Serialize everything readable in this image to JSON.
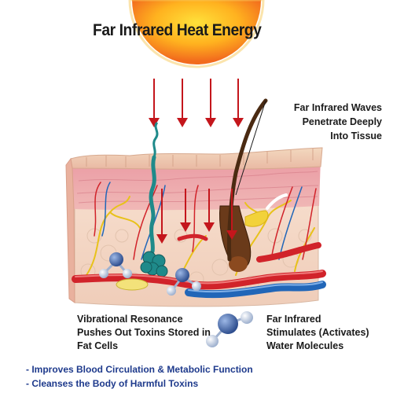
{
  "title": "Far Infrared Heat Energy",
  "annotations": {
    "waves": [
      "Far Infrared Waves",
      "Penetrate Deeply",
      "Into Tissue"
    ],
    "vibration": [
      "Vibrational Resonance",
      "Pushes Out Toxins Stored in",
      "Fat Cells"
    ],
    "stimulation": [
      "Far Infrared",
      "Stimulates (Activates)",
      "Water Molecules"
    ]
  },
  "benefits": [
    "- Improves Blood Circulation & Metabolic Function",
    "- Cleanses the Body of Harmful Toxins"
  ],
  "colors": {
    "sun_core": "#ffd21a",
    "sun_edge": "#f26b1d",
    "arrow": "#c4161c",
    "skin_top": "#f1d2b7",
    "dermis": "#e7a0a8",
    "fat": "#f7dfcf",
    "artery": "#d1232a",
    "vein": "#2166b8",
    "nerve": "#e8c21a",
    "hair": "#4a2a12",
    "gland": "#1f8a8a",
    "molecule_o": "#3e6fb3",
    "molecule_h": "#cdd9ee",
    "benefit_text": "#1e3a8c"
  }
}
